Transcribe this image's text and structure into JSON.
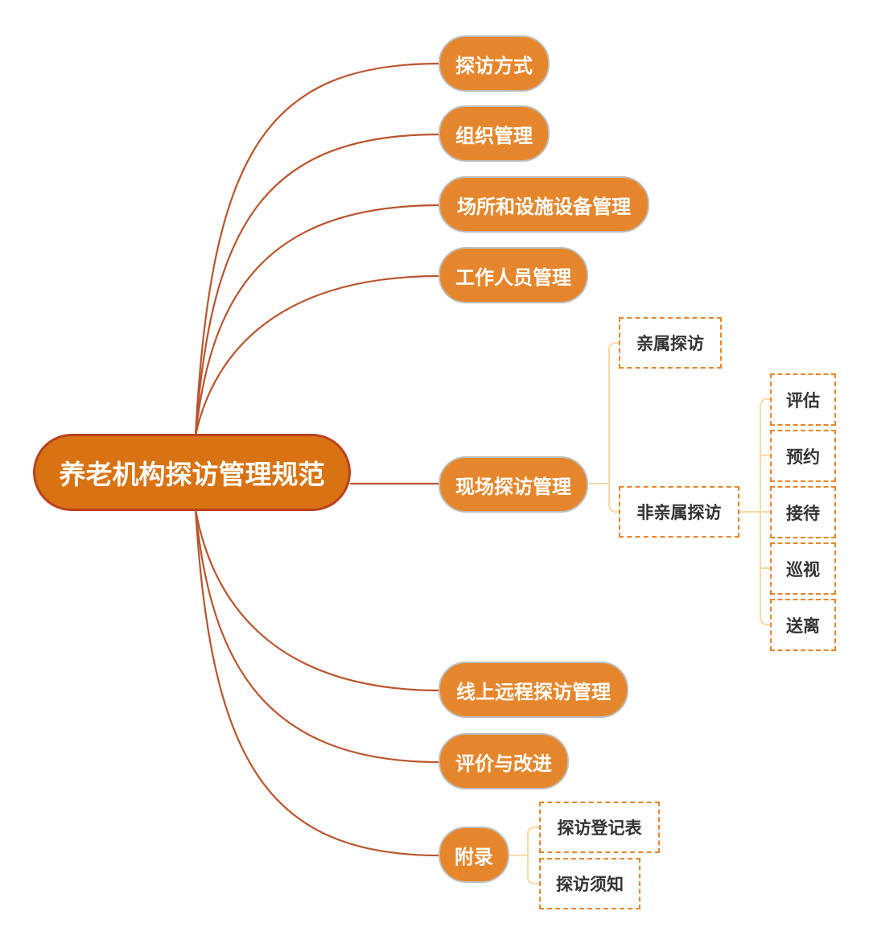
{
  "root": {
    "label": "养老机构探访管理规范"
  },
  "branches": [
    {
      "id": "mode",
      "label": "探访方式"
    },
    {
      "id": "org",
      "label": "组织管理"
    },
    {
      "id": "venue",
      "label": "场所和设施设备管理"
    },
    {
      "id": "staff",
      "label": "工作人员管理"
    },
    {
      "id": "onsite",
      "label": "现场探访管理",
      "children": [
        {
          "id": "relative",
          "label": "亲属探访"
        },
        {
          "id": "nonrelative",
          "label": "非亲属探访",
          "children": [
            {
              "id": "assess",
              "label": "评估"
            },
            {
              "id": "appoint",
              "label": "预约"
            },
            {
              "id": "receive",
              "label": "接待"
            },
            {
              "id": "patrol",
              "label": "巡视"
            },
            {
              "id": "sendoff",
              "label": "送离"
            }
          ]
        }
      ]
    },
    {
      "id": "online",
      "label": "线上远程探访管理"
    },
    {
      "id": "evaluate",
      "label": "评价与改进"
    },
    {
      "id": "appendix",
      "label": "附录",
      "children": [
        {
          "id": "register",
          "label": "探访登记表"
        },
        {
          "id": "notice",
          "label": "探访须知"
        }
      ]
    }
  ],
  "colors": {
    "root_fill": "#d97212",
    "root_border": "#b9421f",
    "branch_fill": "#e6862c",
    "branch_border": "#bdbdbd",
    "main_connector": "#b9552e",
    "sub_connector": "#f7d9a6",
    "leaf_border": "#e6862c",
    "leaf_text": "#333333"
  }
}
